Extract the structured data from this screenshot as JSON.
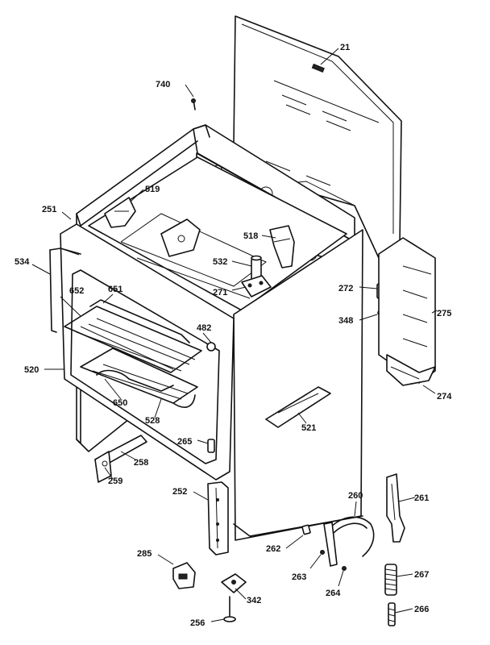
{
  "labels": {
    "l21": "21",
    "l740": "740",
    "l519": "519",
    "l251": "251",
    "l518": "518",
    "l534": "534",
    "l532": "532",
    "l652": "652",
    "l651": "651",
    "l271": "271",
    "l272": "272",
    "l348": "348",
    "l275": "275",
    "l482": "482",
    "l520": "520",
    "l274": "274",
    "l650": "650",
    "l528": "528",
    "l521": "521",
    "l265": "265",
    "l258": "258",
    "l259": "259",
    "l252": "252",
    "l260": "260",
    "l261": "261",
    "l262": "262",
    "l285": "285",
    "l263": "263",
    "l267": "267",
    "l342": "342",
    "l264": "264",
    "l256": "256",
    "l266": "266"
  }
}
